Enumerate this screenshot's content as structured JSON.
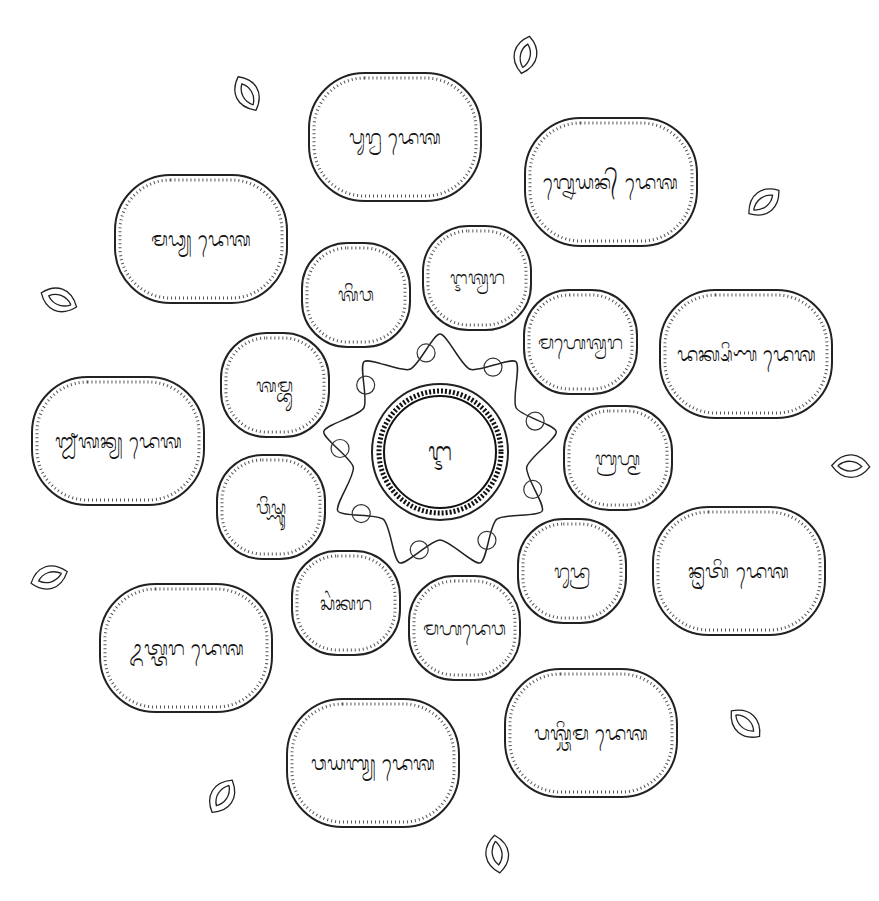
{
  "diagram": {
    "nodes": [
      {
        "text": [
          "ᬇ"
        ]
      },
      {
        "text": [
          "ᬇᬰ᭄ᬯᬭ"
        ]
      },
      {
        "text": [
          "ᬫᬳᬾᬰ᭄ᬯᬭ"
        ]
      },
      {
        "text": [
          "ᬩ᭄ᬭᬳ᭄ᬫ"
        ]
      },
      {
        "text": [
          "ᬭᬸᬤ᭄ᬭ"
        ]
      },
      {
        "text": [
          "ᬫᬳᬤᬾᬯ"
        ]
      },
      {
        "text": [
          "ᬲᬂᬓᬭ"
        ]
      },
      {
        "text": [
          "ᬯᬶᬱ᭄ᬡᬸ"
        ]
      },
      {
        "text": [
          "ᬰᬫ᭄ᬪᬸ"
        ]
      },
      {
        "text": [
          "ᬰᬶᬯ"
        ]
      },
      {
        "text": [
          "ᬧᬸᬭ᭄ᬯ ᬤᬾᬰ"
        ]
      },
      {
        "text": [
          "ᬕ᭄ᬦᬾᬬᬦ᭄ ᬤᬾᬰ"
        ]
      },
      {
        "text": [
          "ᬤᬓ᭄ᬱᬶᬡ ᬤᬾᬰ"
        ]
      },
      {
        "text": [
          "ᬦᬺᬢᬶ ᬤᬾᬰ"
        ]
      },
      {
        "text": [
          "ᬧᬰ᭄ᬘᬶᬫ ᬤᬾᬰ"
        ]
      },
      {
        "text": [
          "ᬯᬬᬩ᭄ᬬ ᬤᬾᬰ"
        ]
      },
      {
        "text": [
          "ᬉᬢ᭄ᬢᬭ ᬤᬾᬰ"
        ]
      },
      {
        "text": [
          "ᬐᬰᬦ᭄ᬬ ᬤᬾᬰ"
        ]
      },
      {
        "text": [
          "ᬫᬥ᭄ᬬ ᬤᬾᬰ"
        ]
      }
    ]
  }
}
